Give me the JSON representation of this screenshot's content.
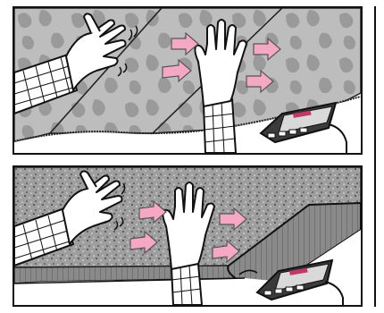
{
  "colors": {
    "arrow_fill": "#f4a8c4",
    "arrow_stroke": "#555555",
    "carpet_base": "#bdbdbd",
    "camo_blob": "#9a9a9a",
    "speckle_dark": "#4a4a4a",
    "device_body": "#3b3b3b",
    "device_screen": "#d9d9d9",
    "device_accent": "#c0396b"
  },
  "panels": [
    {
      "id": "top",
      "surface": "patterned-carpet",
      "arrow_count": 4
    },
    {
      "id": "bottom",
      "surface": "speckled-carpet-with-rolled-underpad",
      "arrow_count": 4
    }
  ],
  "icons": [
    "hand-icon",
    "sleeve-icon",
    "arrow-icon",
    "controller-device-icon",
    "power-cord-icon"
  ]
}
